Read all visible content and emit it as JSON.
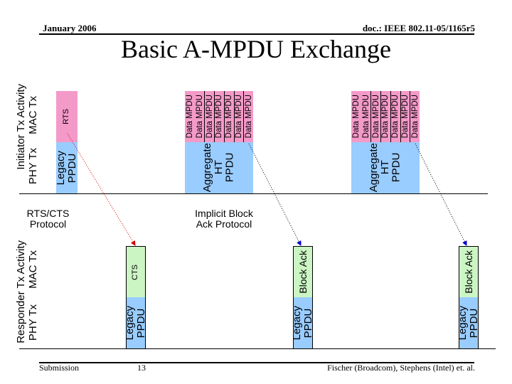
{
  "header": {
    "date": "January 2006",
    "doc": "doc.: IEEE 802.11-05/1165r5"
  },
  "title": "Basic A-MPDU Exchange",
  "initiator": {
    "row_label": "Initiator Tx Activity",
    "phy_label": "PHY Tx",
    "mac_label": "MAC Tx",
    "rts": {
      "mac": "RTS",
      "phy": "Legacy\nPPDU"
    },
    "aggregates": [
      {
        "phy": "Aggregate\nHT\nPPDU",
        "mpdus": [
          "Data MPDU",
          "Data MPDU",
          "Data MPDU",
          "Data MPDU",
          "Data MPDU",
          "Data MPDU",
          "Data MPDU"
        ]
      },
      {
        "phy": "Aggregate\nHT\nPPDU",
        "mpdus": [
          "Data MPDU",
          "Data MPDU",
          "Data MPDU",
          "Data MPDU",
          "Data MPDU",
          "Data MPDU",
          "Data MPDU"
        ]
      }
    ]
  },
  "protocols": {
    "rts_cts": "RTS/CTS\nProtocol",
    "block_ack": "Implicit Block\nAck Protocol"
  },
  "responder": {
    "row_label": "Responder Tx Activity",
    "phy_label": "PHY Tx",
    "mac_label": "MAC Tx",
    "frames": [
      {
        "mac": "CTS",
        "phy": "Legacy\nPPDU"
      },
      {
        "mac": "Block Ack",
        "phy": "Legacy\nPPDU"
      },
      {
        "mac": "Block Ack",
        "phy": "Legacy\nPPDU"
      }
    ]
  },
  "colors": {
    "mac_initiator": "#f49ac9",
    "phy": "#99ccff",
    "mac_responder": "#ccf5c4",
    "rts_arrow": "#cc0000",
    "ba_arrow": "#0000cc"
  },
  "footer": {
    "left": "Submission",
    "page": "13",
    "right": "Fischer (Broadcom), Stephens (Intel) et. al."
  }
}
